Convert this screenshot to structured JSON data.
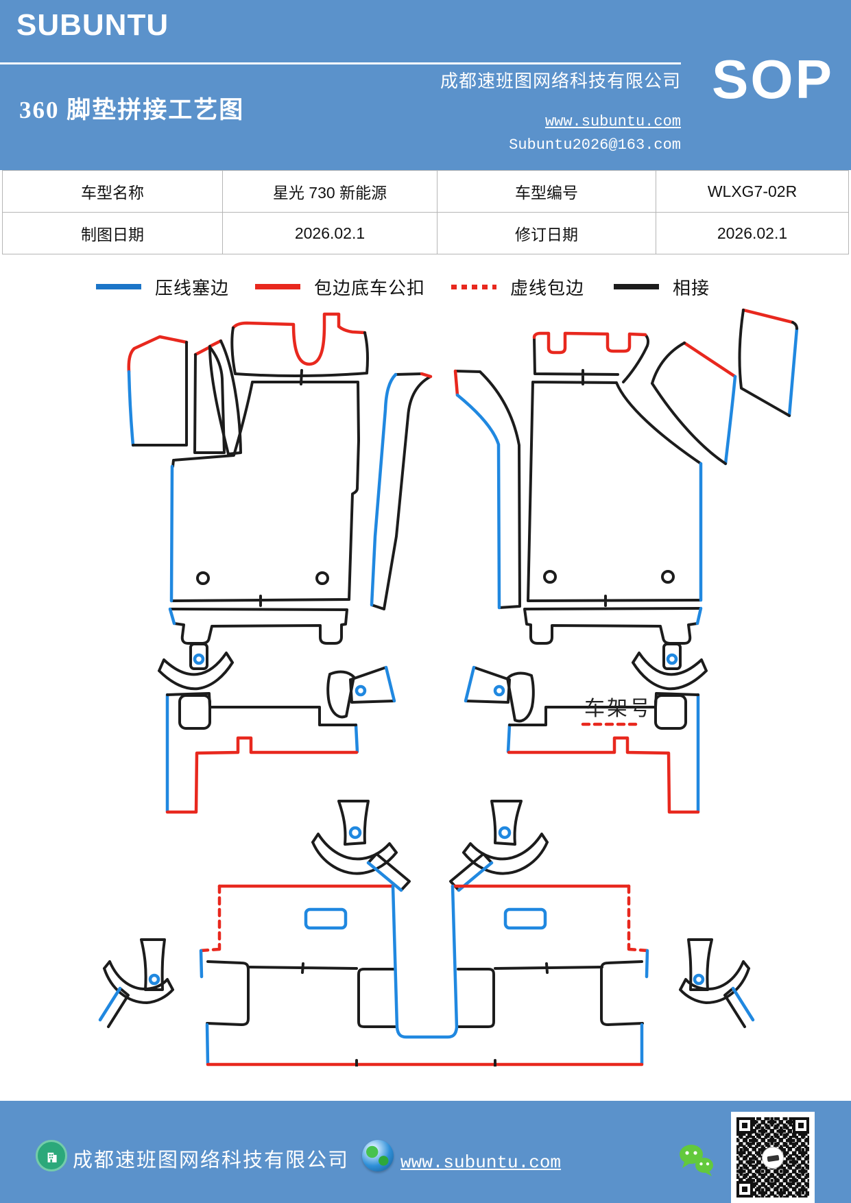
{
  "page": {
    "background": "#ffffff",
    "accent_blue": "#5b92cb"
  },
  "header": {
    "logo": "SUBUNTU",
    "doc_title": "360 脚垫拼接工艺图",
    "company": "成都速班图网络科技有限公司",
    "website": "www.subuntu.com",
    "email": "Subuntu2026@163.com",
    "badge": "SOP"
  },
  "info_table": {
    "rows": [
      {
        "cells": [
          "车型名称",
          "星光 730 新能源",
          "车型编号",
          "WLXG7-02R"
        ]
      },
      {
        "cells": [
          "制图日期",
          "2026.02.1",
          "修订日期",
          "2026.02.1"
        ]
      }
    ]
  },
  "legend": {
    "items": [
      {
        "label": "压线塞边",
        "line": "solid",
        "color": "#1b75c8"
      },
      {
        "label": "包边底车公扣",
        "line": "solid",
        "color": "#e8281e"
      },
      {
        "label": "虚线包边",
        "line": "dashed",
        "color": "#e8281e"
      },
      {
        "label": "相接",
        "line": "solid",
        "color": "#1c1c1c"
      }
    ]
  },
  "diagram": {
    "frame_label": "车架号",
    "line_colors": {
      "press_edge": "#2088e0",
      "buckle_edge": "#e8281e",
      "dashed_wrap": "#e8281e",
      "join": "#1c1c1c"
    }
  },
  "footer": {
    "company": "成都速班图网络科技有限公司",
    "website": "www.subuntu.com",
    "icons": [
      "building-icon",
      "globe-icon",
      "wechat-icon",
      "qr-code"
    ]
  }
}
